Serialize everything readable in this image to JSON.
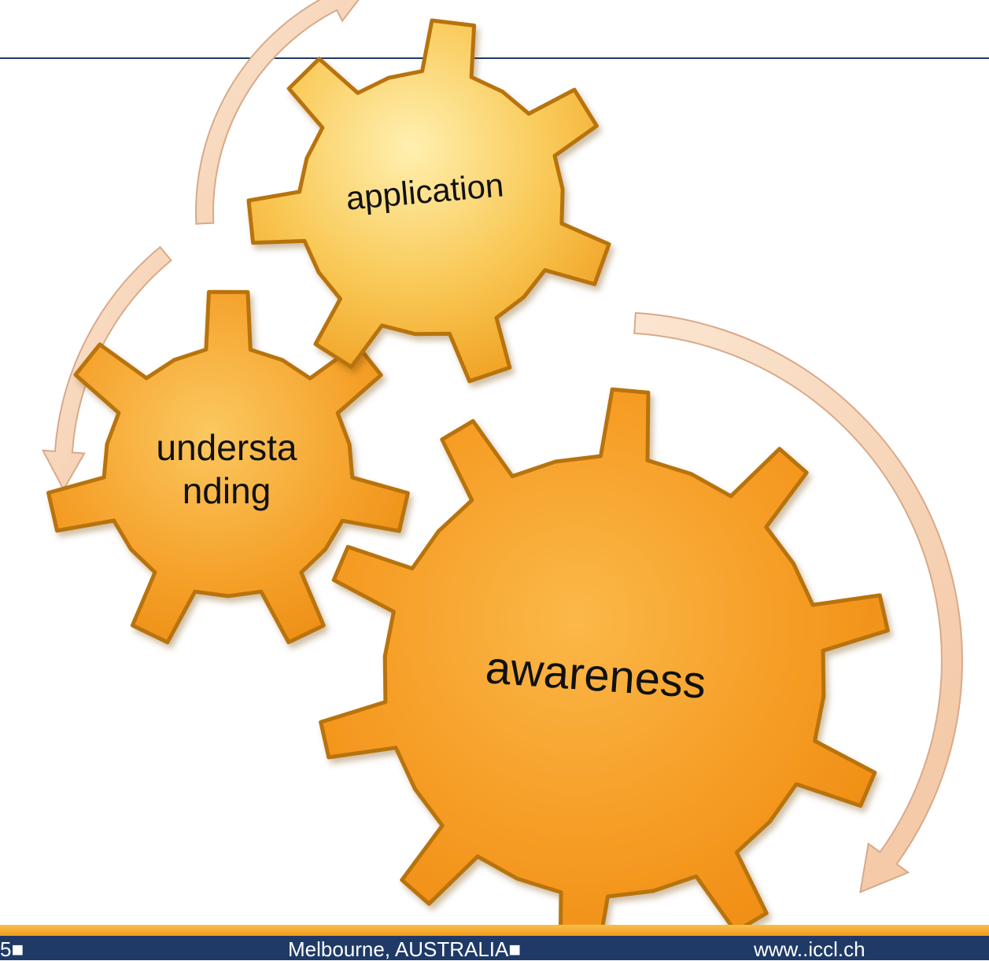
{
  "diagram": {
    "gears": [
      {
        "id": "application",
        "label": "application"
      },
      {
        "id": "understanding",
        "label_lines": [
          "understa",
          "nding"
        ]
      },
      {
        "id": "awareness",
        "label": "awareness"
      }
    ],
    "colors": {
      "gear_light": "#fde08a",
      "gear_mid": "#f6b43a",
      "gear_dark": "#f08a10",
      "gear_edge": "#b8730c",
      "arrow_fill": "#f7d3b4",
      "arrow_edge": "#d9a98a"
    }
  },
  "footer": {
    "left": "5■",
    "center": "Melbourne, AUSTRALIA■",
    "right": "www..iccl.ch"
  },
  "theme": {
    "navy": "#1f3a66",
    "orange": "#f39a1e"
  }
}
